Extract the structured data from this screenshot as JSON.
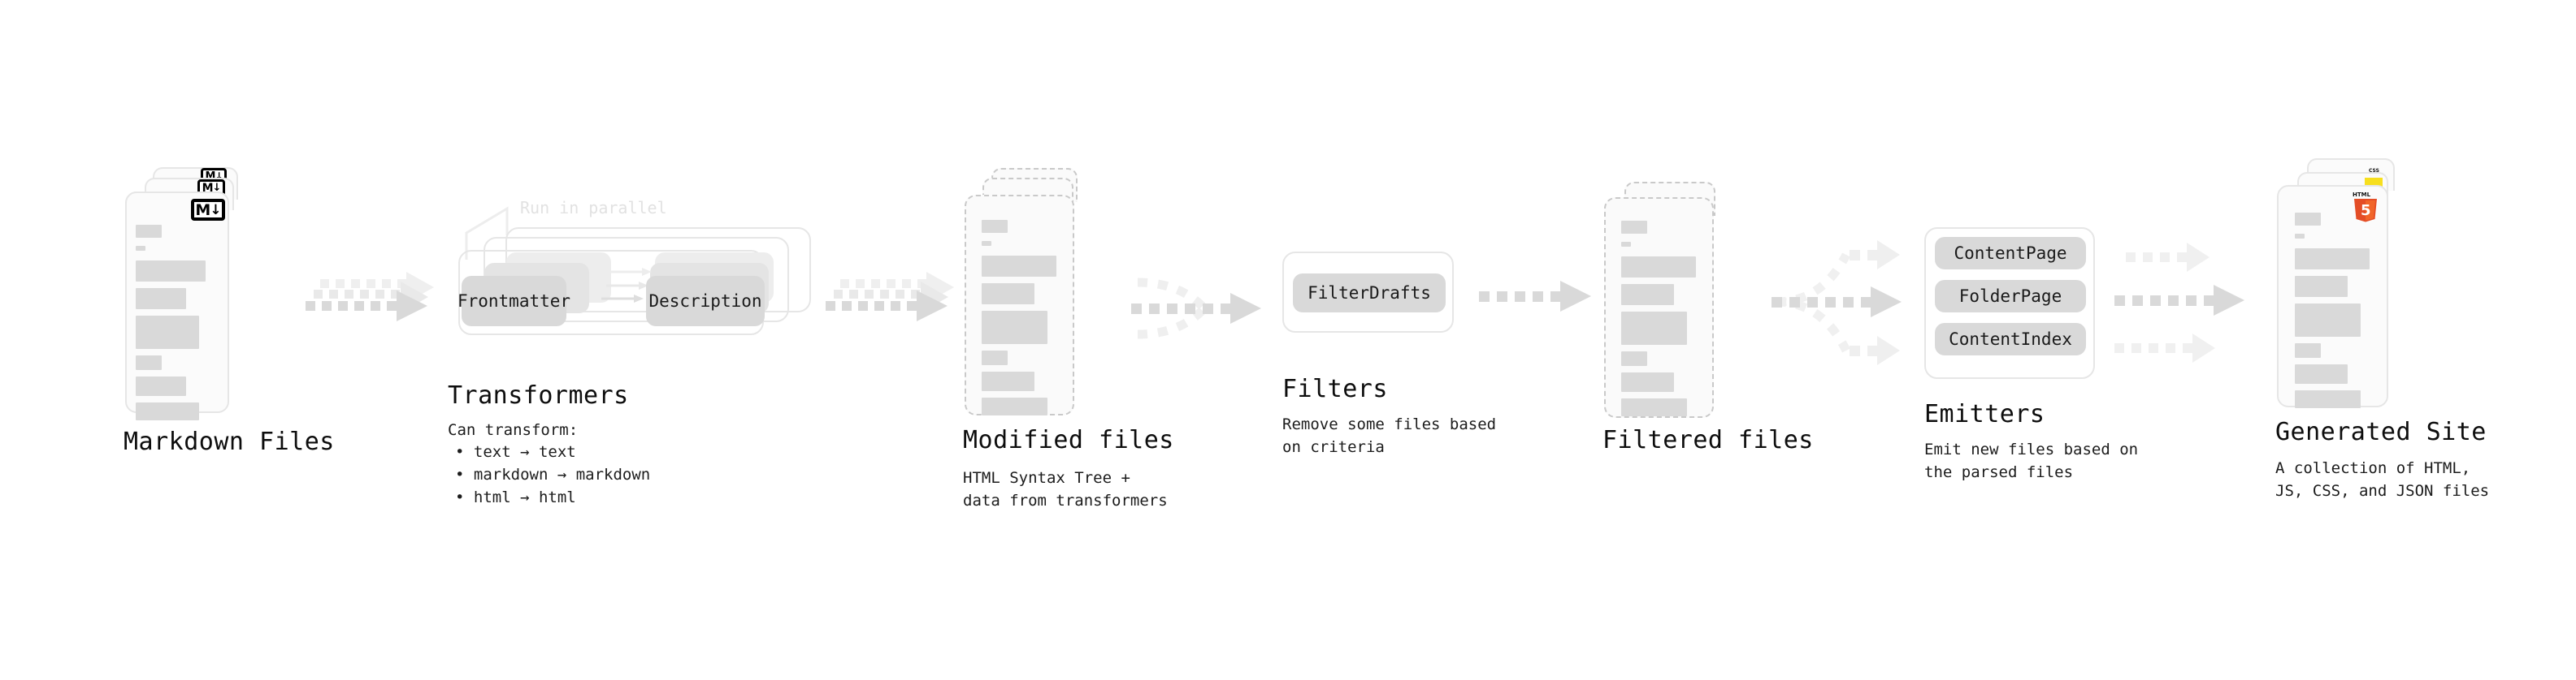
{
  "diagram": {
    "type": "pipeline-flow",
    "title": "Quartz static site generation pipeline"
  },
  "stages": [
    {
      "id": "markdown-files",
      "title": "Markdown Files",
      "subtitle": "",
      "badge": "markdown-icon",
      "badge_label": "M",
      "card_style": "solid",
      "stack_count": 3
    },
    {
      "id": "transformers",
      "title": "Transformers",
      "subtitle": "Can transform:",
      "annotation": "Run in parallel",
      "bullets": [
        "• text → text",
        "• markdown → markdown",
        "• html → html"
      ],
      "nodes": [
        "Frontmatter",
        "Description"
      ],
      "stack_count": 3
    },
    {
      "id": "modified-files",
      "title": "Modified files",
      "subtitle": "HTML Syntax Tree +\ndata from transformers",
      "card_style": "dashed",
      "stack_count": 3
    },
    {
      "id": "filters",
      "title": "Filters",
      "subtitle": "Remove some files based\non criteria",
      "nodes": [
        "FilterDrafts"
      ],
      "stack_count": 1
    },
    {
      "id": "filtered-files",
      "title": "Filtered files",
      "subtitle": "",
      "card_style": "dashed",
      "stack_count": 2
    },
    {
      "id": "emitters",
      "title": "Emitters",
      "subtitle": "Emit new files based on\nthe parsed files",
      "nodes": [
        "ContentPage",
        "FolderPage",
        "ContentIndex"
      ],
      "stack_count": 1
    },
    {
      "id": "generated-site",
      "title": "Generated Site",
      "subtitle": "A collection of HTML,\nJS, CSS, and JSON files",
      "badges": [
        "html5-icon",
        "js-icon",
        "css-icon"
      ],
      "badge_labels": {
        "html5": "HTML",
        "html5_num": "5",
        "css": "CSS"
      },
      "card_style": "solid",
      "stack_count": 3
    }
  ],
  "connectors": [
    {
      "id": "md-to-transformers",
      "kind": "triple-parallel"
    },
    {
      "id": "transformers-to-modified",
      "kind": "triple-parallel"
    },
    {
      "id": "modified-to-filters",
      "kind": "converge-3-to-1"
    },
    {
      "id": "filters-to-filtered",
      "kind": "single"
    },
    {
      "id": "filtered-to-emitters",
      "kind": "diverge-1-to-3"
    },
    {
      "id": "emitters-to-site",
      "kind": "triple-parallel"
    }
  ],
  "colors": {
    "bar": "#d9d9d9",
    "card_border": "#e6e6e6",
    "card_bg": "#fbfbfb",
    "dashed_border": "#c9c9c9",
    "arrow": "#d9d9d9",
    "arrow_faint": "#efefef",
    "text": "#0d0d0d",
    "annotation": "#e2e2e2",
    "html5_orange": "#e44d26",
    "html5_orange_light": "#f16529",
    "js_yellow": "#f7df1e",
    "css_blue": "#2965f1"
  }
}
